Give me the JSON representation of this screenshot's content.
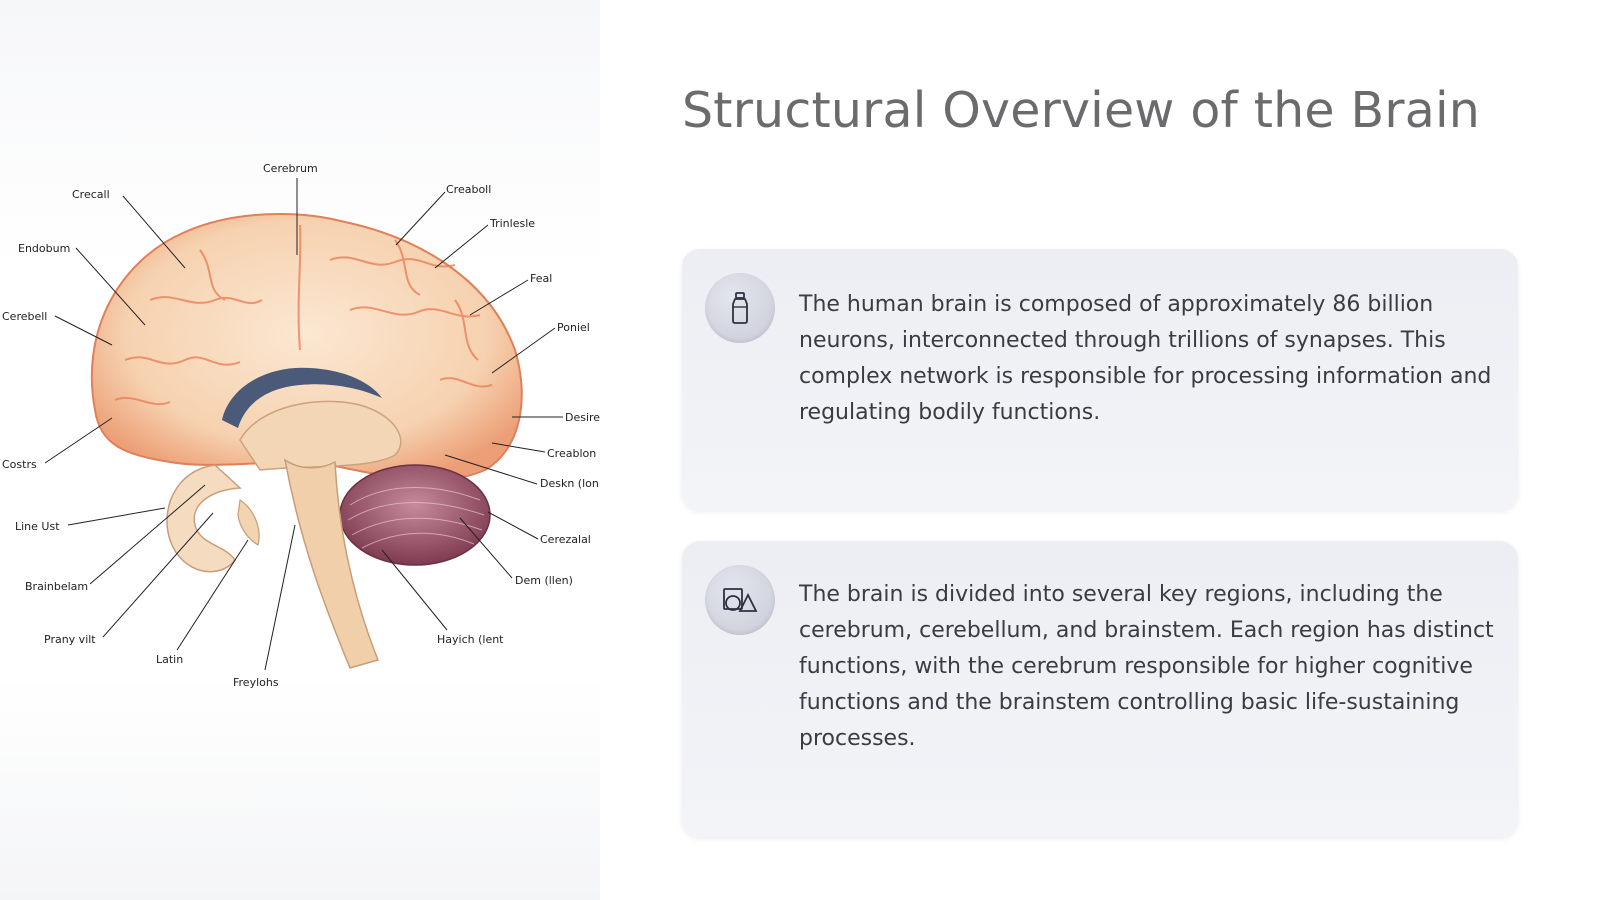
{
  "slide": {
    "title": "Structural Overview of the Brain"
  },
  "illustration": {
    "labels": [
      "Cerebrum",
      "Crecall",
      "Endobum",
      "Cerebell",
      "Costrs",
      "Line Ust",
      "Brainbelam",
      "Prany vilt",
      "Latin",
      "Freylohs",
      "Creaboll",
      "Trinlesle",
      "Feal",
      "Poniel",
      "Desire",
      "Creablon",
      "Deskn (lon",
      "Cerezalal",
      "Dem (llen)",
      "Hayich (lent"
    ]
  },
  "cards": [
    {
      "icon": "bottle-icon",
      "text": "The human brain is composed of approximately 86 billion neurons, interconnected through trillions of synapses. This complex network is responsible for processing information and regulating bodily functions."
    },
    {
      "icon": "shapes-icon",
      "text": "The brain is divided into several key regions, including the cerebrum, cerebellum, and brainstem. Each region has distinct functions, with the cerebrum responsible for higher cognitive functions and the brainstem controlling basic life-sustaining processes."
    }
  ],
  "colors": {
    "title": "#6b6b6e",
    "card_bg": "#eceef3",
    "text": "#3a3c44",
    "brain_fill": "#f7dcc0",
    "cerebellum": "#9a5368",
    "ventricle": "#4a5a78"
  }
}
